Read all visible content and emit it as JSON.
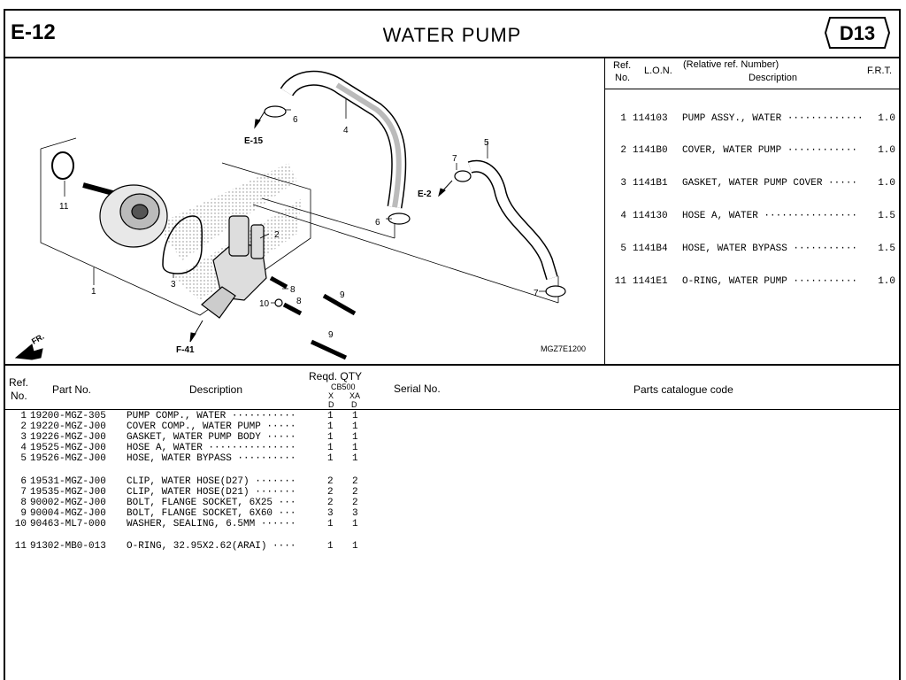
{
  "header": {
    "page_code": "E-12",
    "title": "WATER PUMP",
    "section_code": "D13"
  },
  "figure": {
    "labels": [
      "1",
      "2",
      "3",
      "4",
      "5",
      "6",
      "6",
      "7",
      "7",
      "8",
      "8",
      "9",
      "9",
      "10",
      "11"
    ],
    "refs": [
      "E-15",
      "E-2",
      "F-41"
    ],
    "fr_label": "FR.",
    "figure_code": "MGZ7E1200"
  },
  "ref_table": {
    "headers": {
      "ref": "Ref.",
      "no": "No.",
      "lon": "L.O.N.",
      "relative": "(Relative ref. Number)",
      "description": "Description",
      "frt": "F.R.T."
    },
    "rows": [
      {
        "ref": "1",
        "lon": "114103",
        "desc": "PUMP ASSY., WATER ·············",
        "frt": "1.0"
      },
      {
        "ref": "2",
        "lon": "1141B0",
        "desc": "COVER, WATER PUMP ············",
        "frt": "1.0"
      },
      {
        "ref": "3",
        "lon": "1141B1",
        "desc": "GASKET, WATER PUMP COVER ·····",
        "frt": "1.0"
      },
      {
        "ref": "4",
        "lon": "114130",
        "desc": "HOSE A, WATER ················",
        "frt": "1.5"
      },
      {
        "ref": "5",
        "lon": "1141B4",
        "desc": "HOSE, WATER BYPASS ···········",
        "frt": "1.5"
      },
      {
        "ref": "11",
        "lon": "1141E1",
        "desc": "O-RING, WATER PUMP ···········",
        "frt": "1.0"
      }
    ]
  },
  "parts_table": {
    "headers": {
      "ref": "Ref.",
      "no": "No.",
      "part_no": "Part No.",
      "description": "Description",
      "reqd_qty": "Reqd. QTY",
      "model": "CB500",
      "x": "X",
      "xa": "XA",
      "d1": "D",
      "d2": "D",
      "serial": "Serial No.",
      "catalogue": "Parts catalogue code"
    },
    "rows": [
      {
        "ref": "1",
        "part": "19200-MGZ-305",
        "desc": "PUMP COMP., WATER ···········",
        "x": "1",
        "xa": "1"
      },
      {
        "ref": "2",
        "part": "19220-MGZ-J00",
        "desc": "COVER COMP., WATER PUMP ·····",
        "x": "1",
        "xa": "1"
      },
      {
        "ref": "3",
        "part": "19226-MGZ-J00",
        "desc": "GASKET, WATER PUMP BODY ·····",
        "x": "1",
        "xa": "1"
      },
      {
        "ref": "4",
        "part": "19525-MGZ-J00",
        "desc": "HOSE A, WATER ···············",
        "x": "1",
        "xa": "1"
      },
      {
        "ref": "5",
        "part": "19526-MGZ-J00",
        "desc": "HOSE, WATER BYPASS ··········",
        "x": "1",
        "xa": "1"
      },
      {
        "ref": "6",
        "part": "19531-MGZ-J00",
        "desc": "CLIP, WATER HOSE(D27) ·······",
        "x": "2",
        "xa": "2"
      },
      {
        "ref": "7",
        "part": "19535-MGZ-J00",
        "desc": "CLIP, WATER HOSE(D21) ·······",
        "x": "2",
        "xa": "2"
      },
      {
        "ref": "8",
        "part": "90002-MGZ-J00",
        "desc": "BOLT, FLANGE SOCKET, 6X25 ···",
        "x": "2",
        "xa": "2"
      },
      {
        "ref": "9",
        "part": "90004-MGZ-J00",
        "desc": "BOLT, FLANGE SOCKET, 6X60 ···",
        "x": "3",
        "xa": "3"
      },
      {
        "ref": "10",
        "part": "90463-ML7-000",
        "desc": "WASHER, SEALING, 6.5MM ······",
        "x": "1",
        "xa": "1"
      },
      {
        "ref": "11",
        "part": "91302-MB0-013",
        "desc": "O-RING, 32.95X2.62(ARAI) ····",
        "x": "1",
        "xa": "1"
      }
    ]
  }
}
